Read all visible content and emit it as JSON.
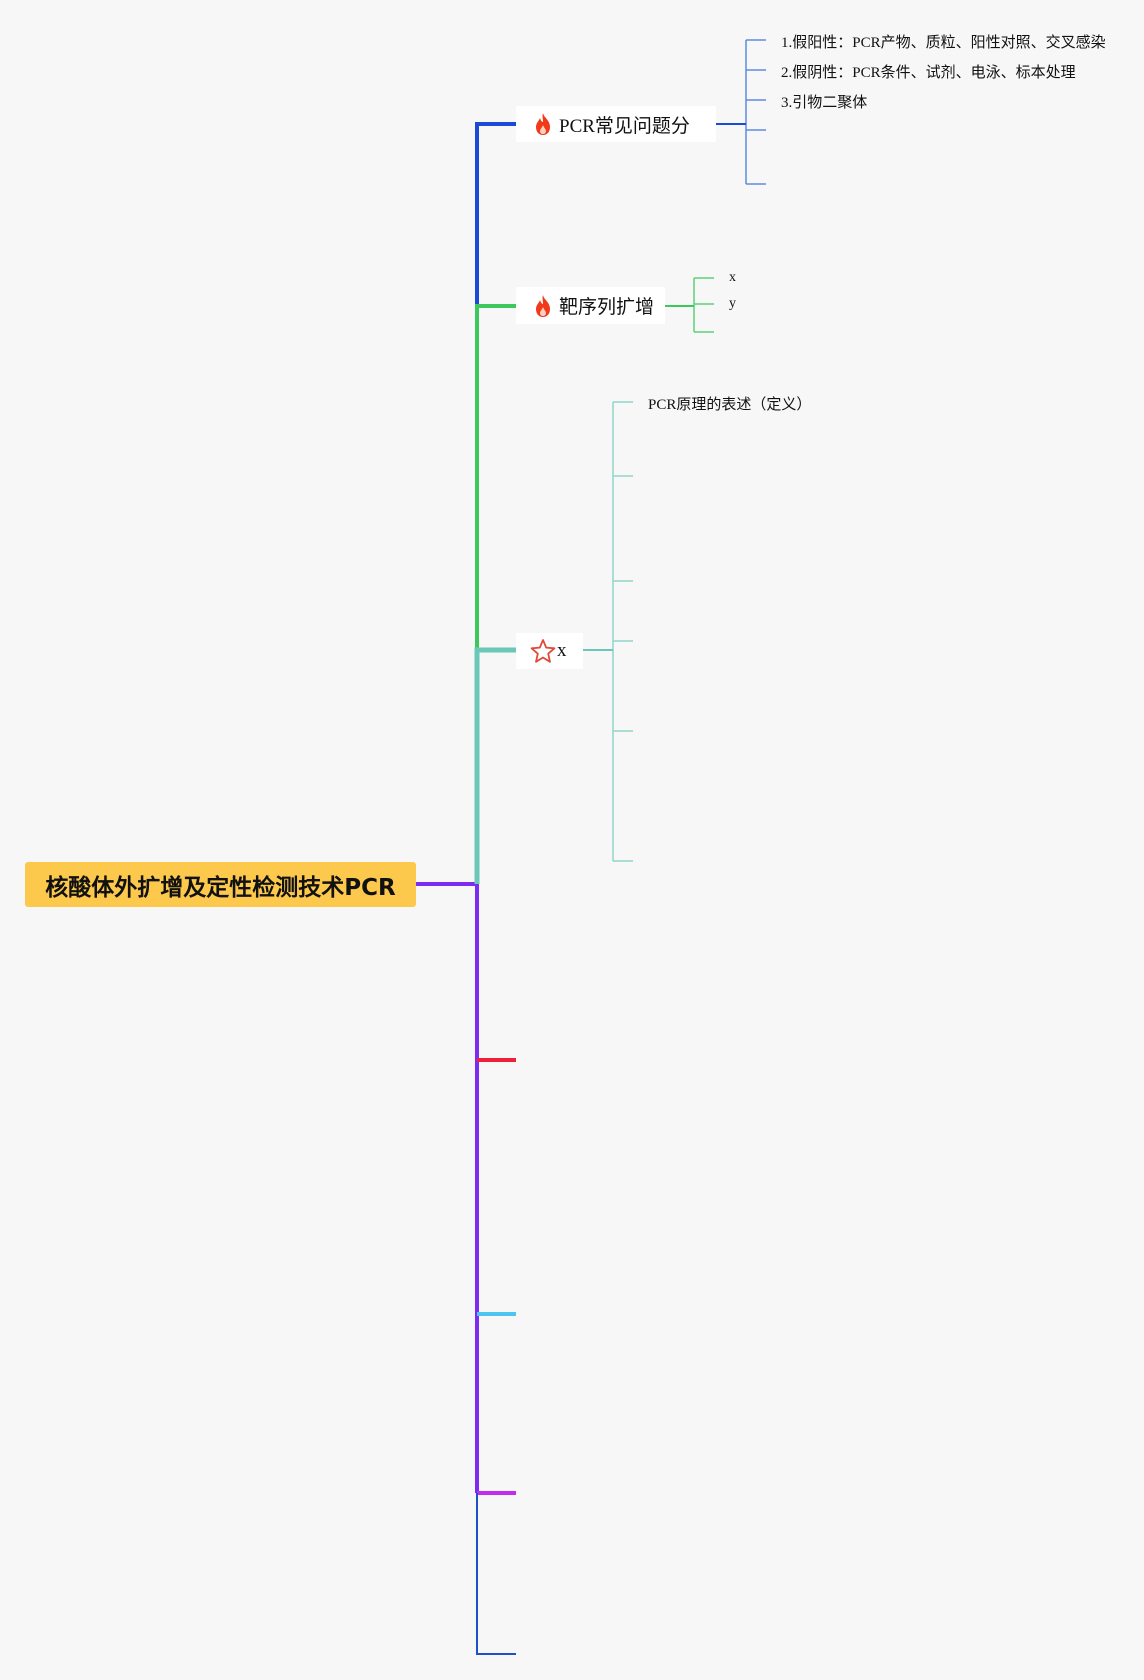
{
  "root": {
    "label": "核酸体外扩增及定性检测技术PCR"
  },
  "branches": [
    {
      "label": "PCR常见问题分",
      "icon": "fire-icon",
      "color": "#1a4ad6",
      "leaves": [
        "1.假阳性：PCR产物、质粒、阳性对照、交叉感染",
        "2.假阴性：PCR条件、试剂、电泳、标本处理",
        "3.引物二聚体"
      ]
    },
    {
      "label": "靶序列扩增",
      "icon": "fire-icon",
      "color": "#3cc85a",
      "leaves": [
        "x",
        "y"
      ]
    },
    {
      "label": "x",
      "icon": "star-icon",
      "color": "#6bc7b8",
      "leaves": [
        "PCR原理的表述（定义）"
      ]
    }
  ],
  "colors": {
    "root_fill": "#fdc94c",
    "branch_blue": "#1a4ad6",
    "branch_green": "#3cc85a",
    "branch_teal": "#6bc7b8",
    "spine_purple": "#7a2cf0",
    "stub_red": "#f0203c",
    "stub_cyan": "#4cc6f0",
    "stub_magenta": "#c02cf0",
    "stub_navy": "#2050c8",
    "fire_icon": "#f03a1a",
    "star_icon": "#e04a3a"
  }
}
